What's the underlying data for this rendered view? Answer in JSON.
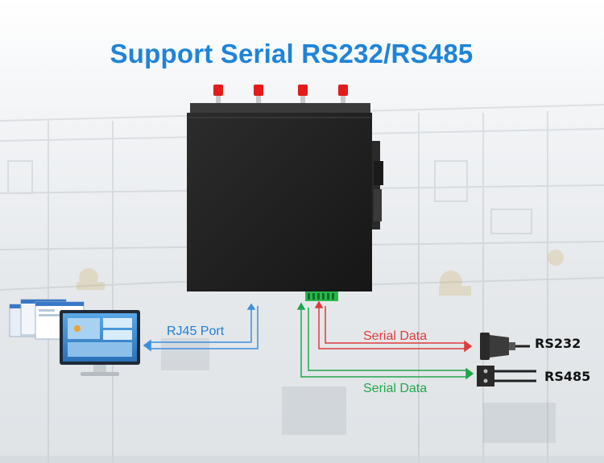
{
  "title": "Support Serial RS232/RS485",
  "labels": {
    "rj45": "RJ45 Port",
    "serial_data_rs232": "Serial Data",
    "serial_data_rs485": "Serial Data",
    "rs232": "RS232",
    "rs485": "RS485"
  },
  "colors": {
    "title": "#1e84d8",
    "rj45_line": "#3a8fe0",
    "rs232_line": "#e03a3a",
    "rs485_line": "#22a64a",
    "device_body": "#222222",
    "antenna": "#e31b1b",
    "terminal_block": "#28b84a"
  }
}
